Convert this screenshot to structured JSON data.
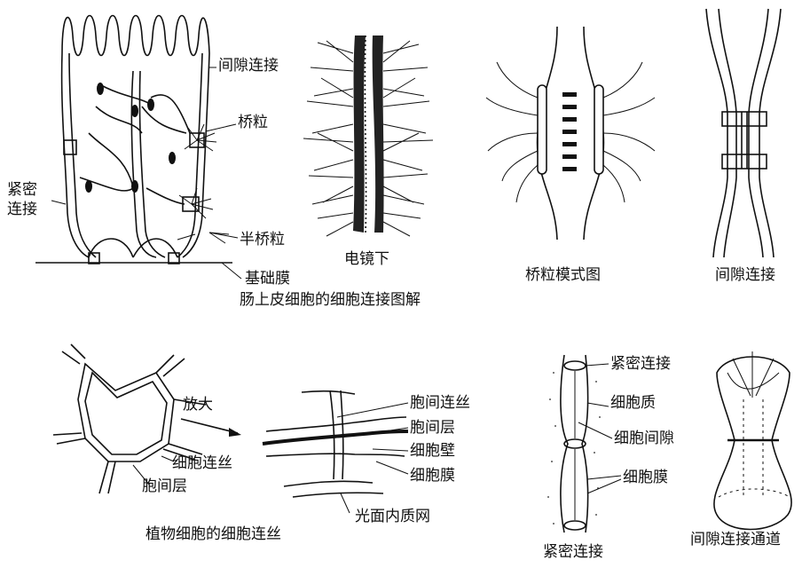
{
  "fig1": {
    "gap_junction": "间隙连接",
    "desmosome": "桥粒",
    "tight_junction_l1": "紧密",
    "tight_junction_l2": "连接",
    "hemidesmosome": "半桥粒",
    "basement_membrane": "基础膜",
    "title": "肠上皮细胞的细胞连接图解"
  },
  "em_caption": "电镜下",
  "desmosome_model_caption": "桥粒模式图",
  "gap_junction_caption": "间隙连接",
  "plant": {
    "enlarge": "放大",
    "plasmodesma": "细胞连丝",
    "middle_lamella": "胞间层",
    "right_plasmodesma": "胞间连丝",
    "right_middle_lamella": "胞间层",
    "cell_wall": "细胞壁",
    "cell_membrane": "细胞膜",
    "smooth_er": "光面内质网",
    "title": "植物细胞的细胞连丝"
  },
  "tight": {
    "tight_junction_top": "紧密连接",
    "cytoplasm": "细胞质",
    "intercellular_space": "细胞间隙",
    "cell_membrane": "细胞膜",
    "tight_junction_bottom": "紧密连接"
  },
  "channel_caption": "间隙连接通道"
}
